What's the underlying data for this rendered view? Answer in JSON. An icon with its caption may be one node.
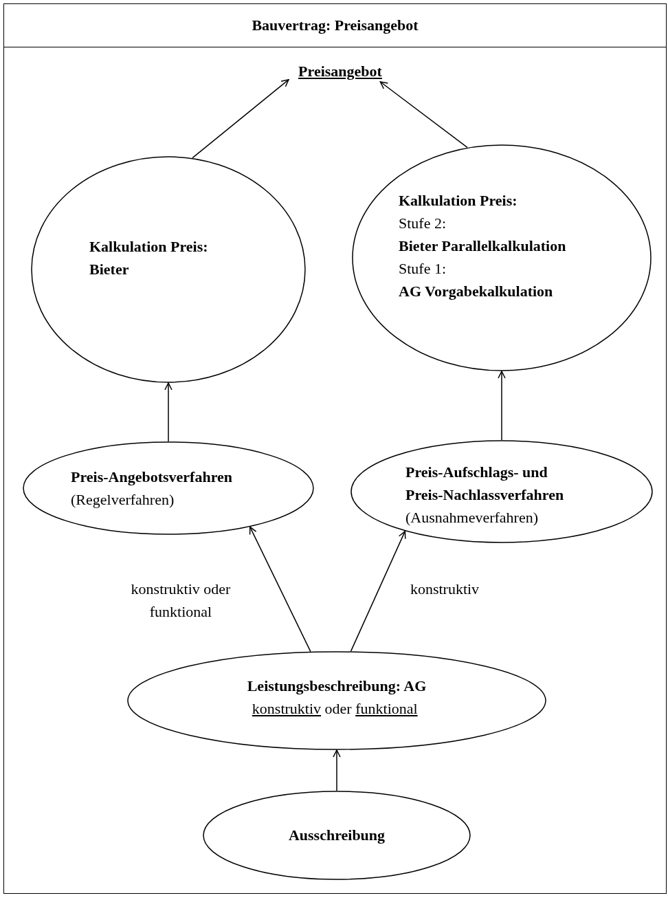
{
  "diagram": {
    "title": "Bauvertrag: Preisangebot",
    "nodes": [
      {
        "text": [
          "Preisangebot"
        ]
      },
      {
        "text": [
          "Kalkulation Preis: Bieter"
        ]
      },
      {
        "text": [
          "Kalkulation Preis:",
          "Stufe 2:",
          "Bieter Parallelkalkulation",
          "Stufe 1:",
          "AG Vorgabekalkulation"
        ]
      },
      {
        "text": [
          "Preis-Angebotsverfahren",
          "(Regelverfahren)"
        ]
      },
      {
        "text": [
          "Preis-Aufschlags- und Preis-Nachlassverfahren",
          "(Ausnahmeverfahren)"
        ]
      },
      {
        "text": [
          "Leistungsbeschreibung: AG",
          "konstruktiv",
          "oder",
          "funktional"
        ]
      },
      {
        "text": [
          "Ausschreibung"
        ]
      }
    ],
    "edges": [
      {
        "from": 1,
        "to": 0,
        "arrow": "to"
      },
      {
        "from": 2,
        "to": 0,
        "arrow": "to"
      },
      {
        "from": 3,
        "to": 1,
        "arrow": "to"
      },
      {
        "from": 4,
        "to": 2,
        "arrow": "to"
      },
      {
        "from": 5,
        "to": 3,
        "arrow": "to",
        "label": "konstruktiv oder funktional"
      },
      {
        "from": 5,
        "to": 4,
        "arrow": "to",
        "label": "konstruktiv"
      },
      {
        "from": 6,
        "to": 5,
        "arrow": "to"
      }
    ]
  }
}
